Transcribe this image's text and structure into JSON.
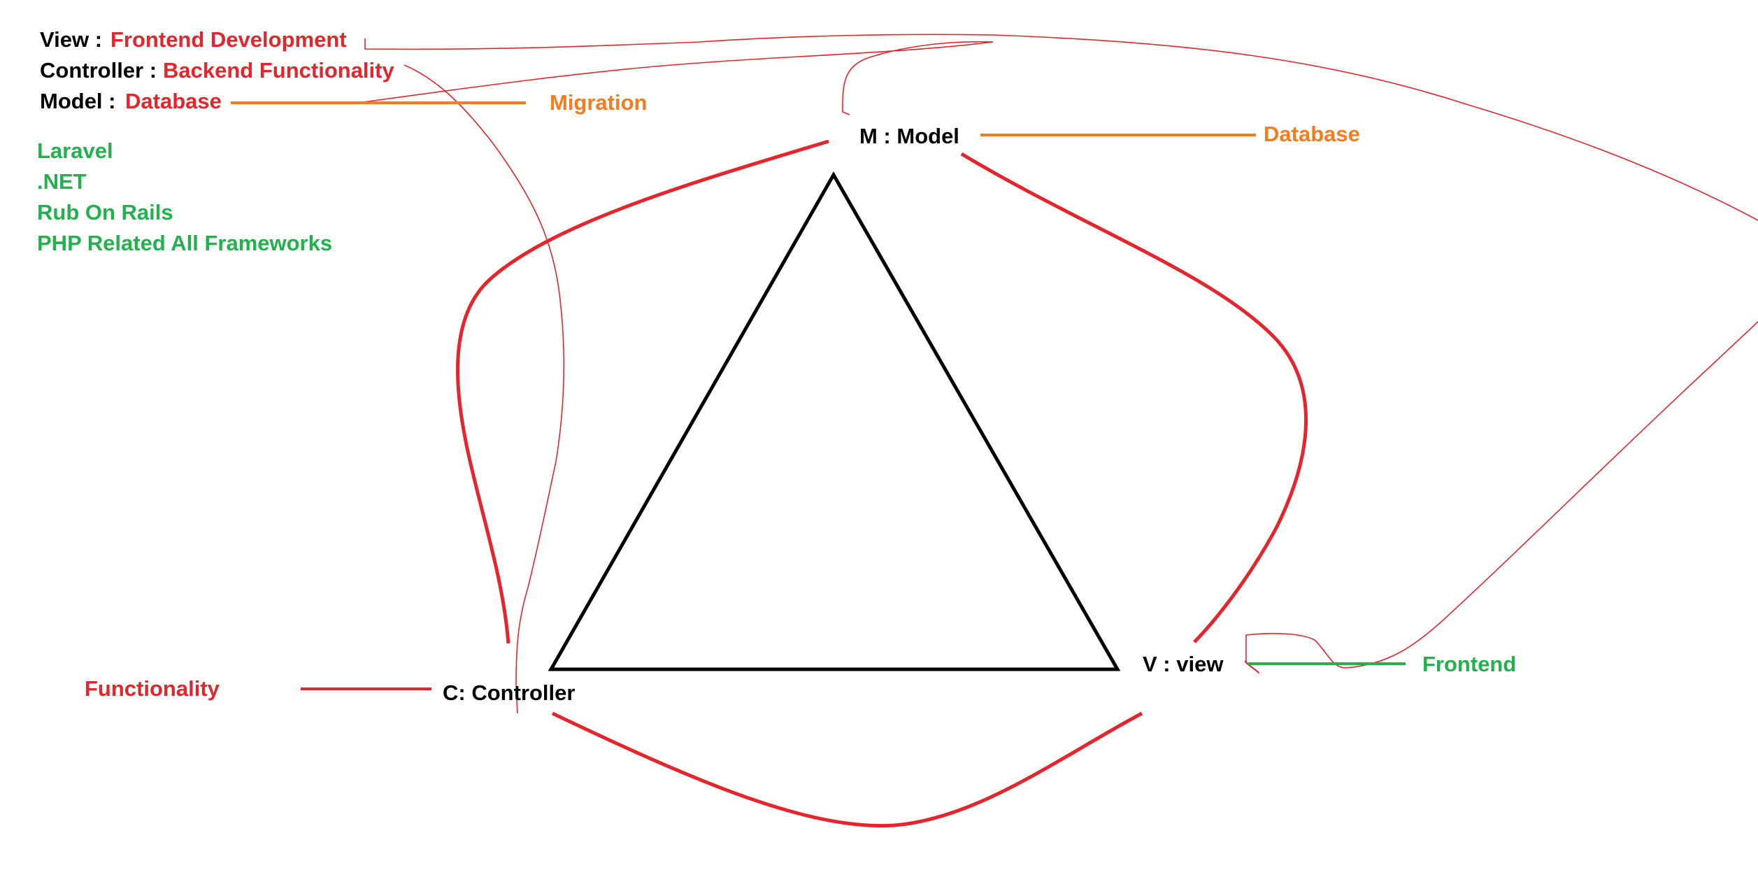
{
  "legend": {
    "view_key": "View :",
    "view_value": "Frontend Development",
    "controller_key": "Controller :",
    "controller_value": "Backend Functionality",
    "model_key": "Model :",
    "model_value": "Database",
    "model_note": "Migration"
  },
  "frameworks": [
    "Laravel",
    ".NET",
    "Rub On Rails",
    "PHP Related All Frameworks"
  ],
  "nodes": {
    "model": {
      "label": "M : Model",
      "note": "Database"
    },
    "view": {
      "label": "V : view",
      "note": "Frontend"
    },
    "controller": {
      "label": "C: Controller",
      "note": "Functionality"
    }
  },
  "colors": {
    "black": "#000000",
    "red": "#e5242b",
    "orange": "#f47c20",
    "green": "#22b14c"
  }
}
